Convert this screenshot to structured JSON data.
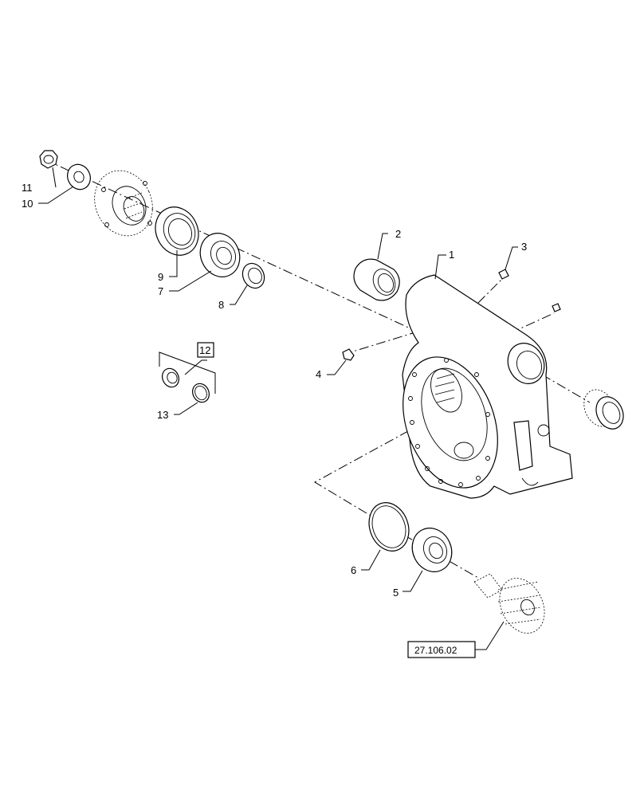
{
  "callouts": {
    "c1": "1",
    "c2": "2",
    "c3": "3",
    "c4": "4",
    "c5": "5",
    "c6": "6",
    "c7": "7",
    "c8": "8",
    "c9": "9",
    "c10": "10",
    "c11": "11",
    "c12": "12",
    "c13": "13"
  },
  "reference": {
    "page_ref": "27.106.02"
  }
}
